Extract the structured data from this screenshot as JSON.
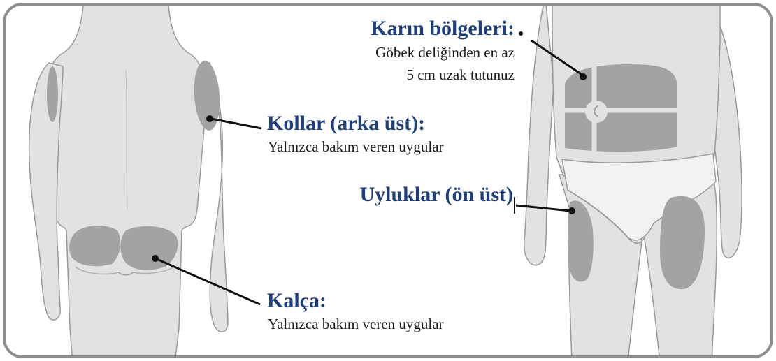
{
  "colors": {
    "body": "#e2e2e2",
    "outline": "#9a9a9a",
    "zone": "#a3a3a3",
    "title": "#1f3f7a",
    "text": "#1a1a1a",
    "frame": "#8e8e8e"
  },
  "labels": {
    "arms": {
      "title": "Kollar (arka üst):",
      "sub": "Yalnızca bakım veren uygular"
    },
    "buttocks": {
      "title": "Kalça:",
      "sub": "Yalnızca bakım veren uygular"
    },
    "abdomen": {
      "title": "Karın bölgeleri:",
      "sub1": "Göbek deliğinden en az",
      "sub2": "5 cm uzak tutunuz"
    },
    "thighs": {
      "title": "Uyluklar (ön üst)"
    }
  }
}
